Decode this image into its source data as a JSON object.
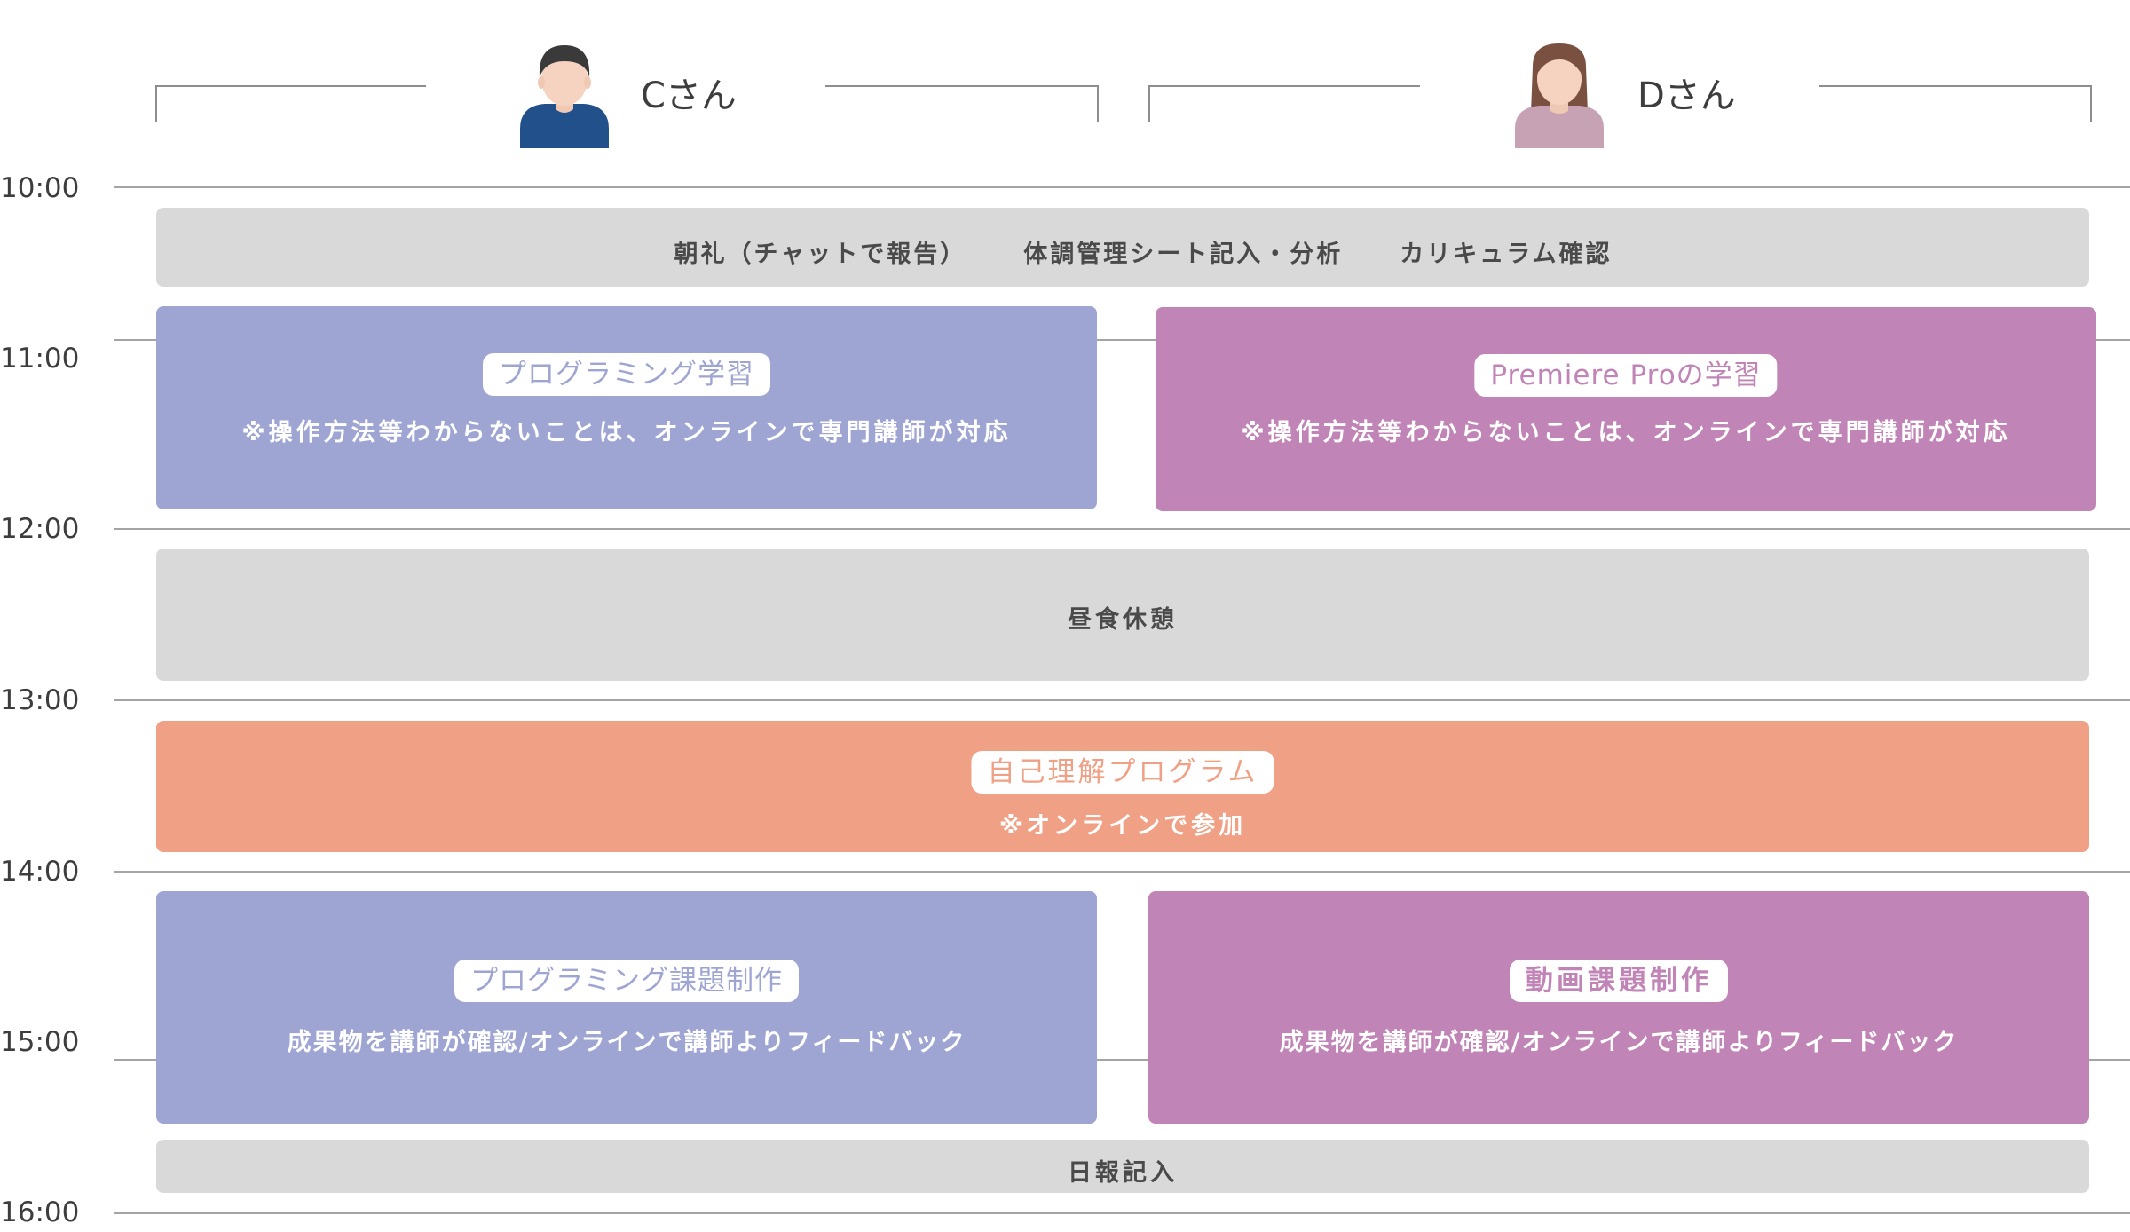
{
  "times": [
    "10:00",
    "11:00",
    "12:00",
    "13:00",
    "14:00",
    "15:00",
    "16:00"
  ],
  "persons": [
    {
      "name": "Cさん",
      "avatar_icon": "male-person-icon",
      "color": "#22508a"
    },
    {
      "name": "Dさん",
      "avatar_icon": "female-person-icon",
      "color": "#c7a2b5"
    }
  ],
  "morning": {
    "items": [
      "朝礼（チャットで報告）",
      "体調管理シート記入・分析",
      "カリキュラム確認"
    ]
  },
  "c_study": {
    "title": "プログラミング学習",
    "note": "※操作方法等わからないことは、オンラインで専門講師が対応"
  },
  "d_study": {
    "title": "Premiere Proの学習",
    "note": "※操作方法等わからないことは、オンラインで専門講師が対応"
  },
  "lunch": "昼食休憩",
  "self": {
    "title": "自己理解プログラム",
    "note": "※オンラインで参加"
  },
  "c_task": {
    "title": "プログラミング課題制作",
    "note": "成果物を講師が確認/オンラインで講師よりフィードバック"
  },
  "d_task": {
    "title": "動画課題制作",
    "note": "成果物を講師が確認/オンラインで講師よりフィードバック"
  },
  "report": "日報記入",
  "colors": {
    "gray": "#d9d9d9",
    "blue": "#9ea5d3",
    "purple": "#c184b6",
    "orange": "#f0a084"
  }
}
